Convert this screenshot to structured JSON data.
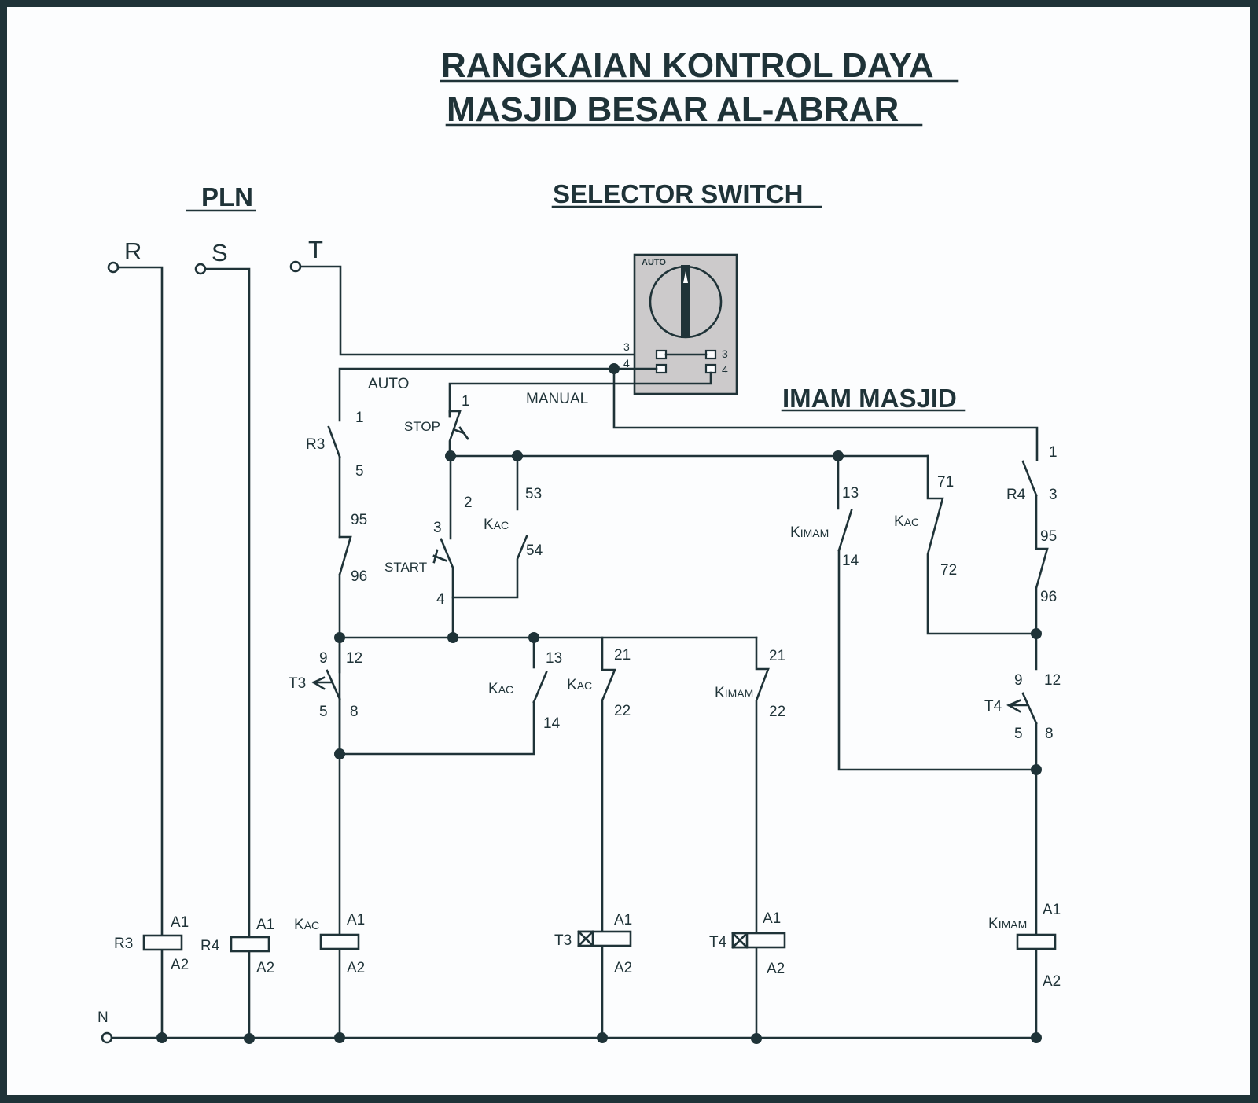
{
  "title": {
    "line1": "RANGKAIAN KONTROL DAYA",
    "line2": "MASJID BESAR AL-ABRAR"
  },
  "sections": {
    "pln": "PLN",
    "selector": "SELECTOR  SWITCH",
    "imam": "IMAM MASJID"
  },
  "phases": [
    "R",
    "S",
    "T"
  ],
  "neutral": "N",
  "selector_switch": {
    "position_label": "AUTO",
    "terminals_left": [
      "3",
      "4"
    ],
    "terminals_right": [
      "3",
      "4"
    ],
    "knob_position": "AUTO"
  },
  "branch_labels": {
    "auto": "AUTO",
    "manual": "MANUAL"
  },
  "contacts": {
    "r3": {
      "name": "R3",
      "t1": "1",
      "t2": "5"
    },
    "r3_ol": {
      "t1": "95",
      "t2": "96"
    },
    "stop": {
      "name": "STOP",
      "t1": "1",
      "t2": "2"
    },
    "start": {
      "name": "START",
      "t1": "3",
      "t2": "4"
    },
    "kac_hold": {
      "name_main": "K",
      "name_sub": "AC",
      "t1": "53",
      "t2": "54"
    },
    "t3": {
      "name": "T3",
      "t_com": "9",
      "t_no": "12",
      "t_b": "5",
      "t_c": "8"
    },
    "kac_13": {
      "name_main": "K",
      "name_sub": "AC",
      "t1": "13",
      "t2": "14"
    },
    "kac_21": {
      "name_main": "K",
      "name_sub": "AC",
      "t1": "21",
      "t2": "22"
    },
    "kimam_21": {
      "name_main": "K",
      "name_sub": "IMAM",
      "t1": "21",
      "t2": "22"
    },
    "kimam_13": {
      "name_main": "K",
      "name_sub": "IMAM",
      "t1": "13",
      "t2": "14"
    },
    "kac_71": {
      "name_main": "K",
      "name_sub": "AC",
      "t1": "71",
      "t2": "72"
    },
    "r4": {
      "name": "R4",
      "t1": "1",
      "t2": "3"
    },
    "r4_ol": {
      "t1": "95",
      "t2": "96"
    },
    "t4": {
      "name": "T4",
      "t_com": "9",
      "t_no": "12",
      "t_b": "5",
      "t_c": "8"
    }
  },
  "coils": [
    {
      "name": "R3",
      "a1": "A1",
      "a2": "A2"
    },
    {
      "name": "R4",
      "a1": "A1",
      "a2": "A2"
    },
    {
      "name_main": "K",
      "name_sub": "AC",
      "a1": "A1",
      "a2": "A2"
    },
    {
      "name": "T3",
      "a1": "A1",
      "a2": "A2"
    },
    {
      "name": "T4",
      "a1": "A1",
      "a2": "A2"
    },
    {
      "name_main": "K",
      "name_sub": "IMAM",
      "a1": "A1",
      "a2": "A2"
    }
  ]
}
